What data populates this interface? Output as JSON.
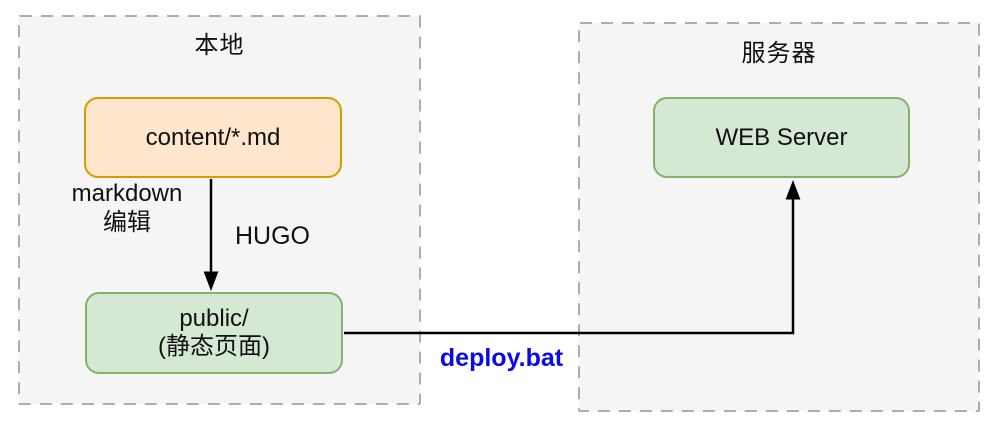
{
  "diagram": {
    "groups": {
      "local": {
        "title": "本地"
      },
      "server": {
        "title": "服务器"
      }
    },
    "nodes": {
      "content_md": {
        "label": "content/*.md"
      },
      "public": {
        "line1": "public/",
        "line2": "(静态页面)"
      },
      "web_server": {
        "label": "WEB Server"
      }
    },
    "edges": {
      "markdown_edit": {
        "line1": "markdown",
        "line2": "编辑"
      },
      "hugo": {
        "label": "HUGO"
      },
      "deploy": {
        "label": "deploy.bat"
      }
    },
    "colors": {
      "orange_fill": "#FFE6CC",
      "orange_stroke": "#D79B00",
      "green_fill": "#D5E8D4",
      "green_stroke": "#82B366",
      "container_fill": "#F5F5F5",
      "container_stroke": "#ADADAD",
      "line": "#000000",
      "edge_label_blue": "#0A0AE8",
      "text": "#111111"
    }
  }
}
